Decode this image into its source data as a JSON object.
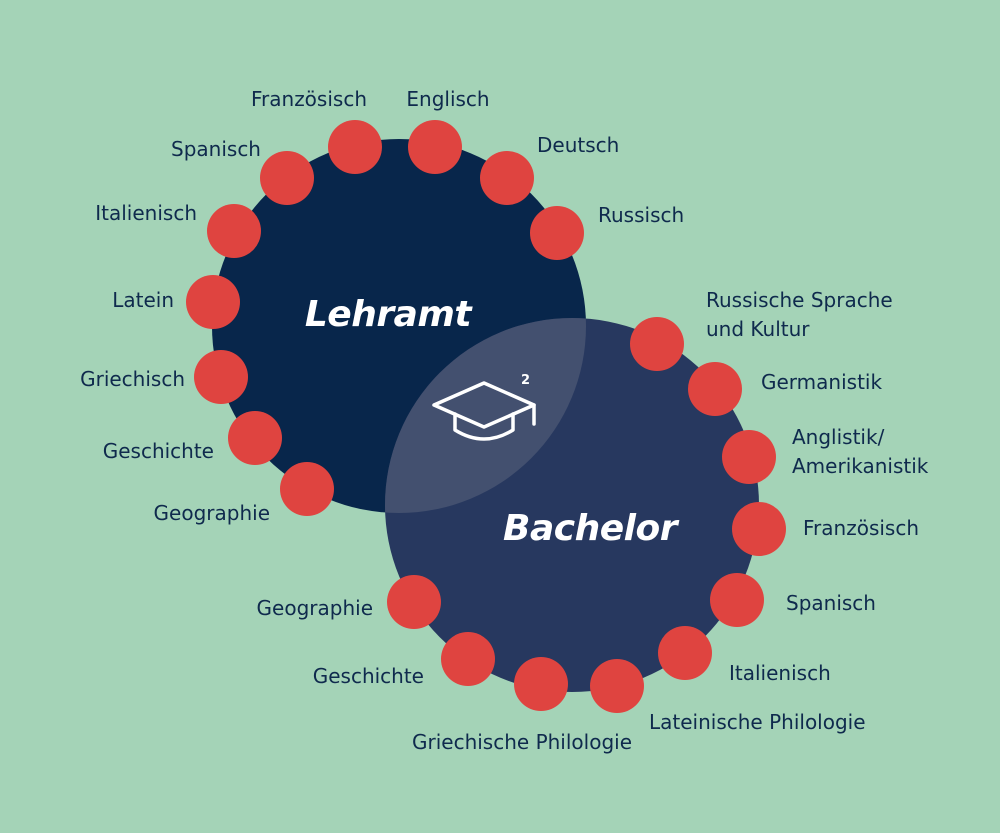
{
  "colors": {
    "background": "#a4d3b7",
    "lehramt_circle": "#08264b",
    "bachelor_circle": "#27385f",
    "overlap": "#43506f",
    "dot": "#df4440",
    "label_text": "#0f2a4d"
  },
  "lehramt": {
    "title": "Lehramt",
    "subjects": [
      "Französisch",
      "Englisch",
      "Spanisch",
      "Deutsch",
      "Italienisch",
      "Russisch",
      "Latein",
      "Griechisch",
      "Geschichte",
      "Geographie"
    ]
  },
  "bachelor": {
    "title": "Bachelor",
    "subjects": [
      "Russische Sprache",
      "und Kultur",
      "Germanistik",
      "Anglistik/",
      "Amerikanistik",
      "Französisch",
      "Spanisch",
      "Italienisch",
      "Lateinische Philologie",
      "Griechische Philologie",
      "Geschichte",
      "Geographie"
    ]
  },
  "center": {
    "icon": "graduation-cap-icon",
    "superscript": "2"
  }
}
